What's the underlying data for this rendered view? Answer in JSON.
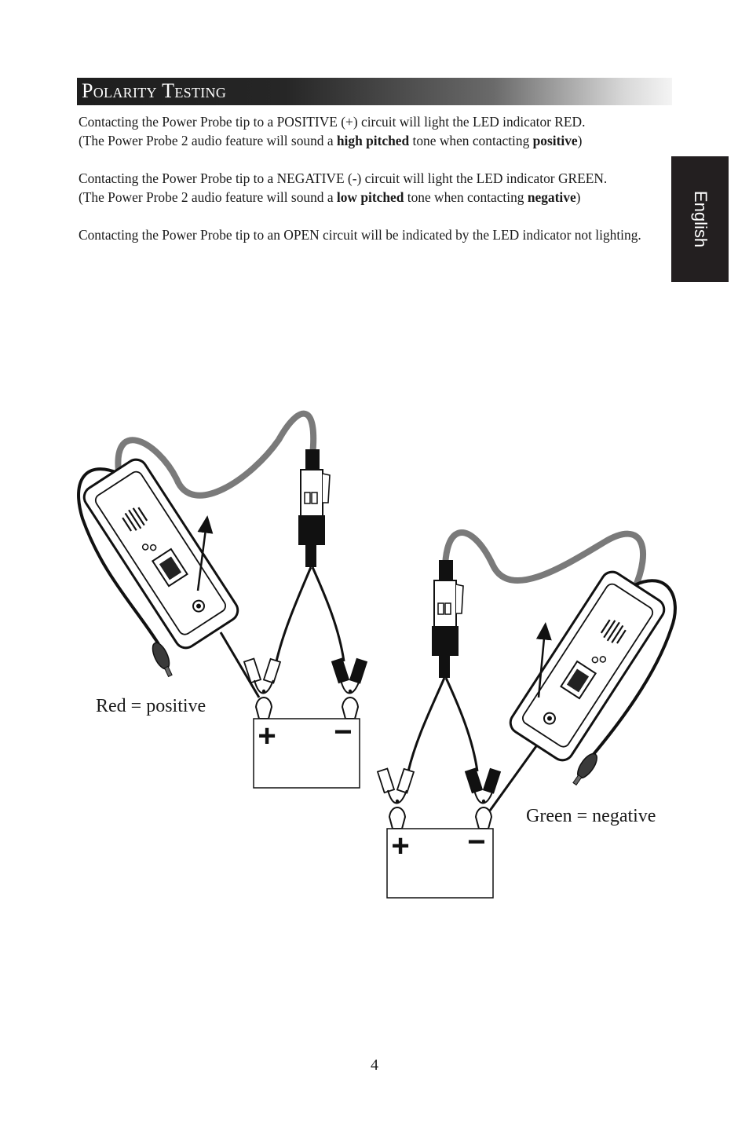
{
  "header": {
    "title": "Polarity Testing"
  },
  "side_tab": {
    "label": "English"
  },
  "paragraphs": {
    "p1_line1": "Contacting the Power Probe tip to a POSITIVE (+) circuit will light the LED indicator RED.",
    "p1_line2_a": "(The Power Probe 2 audio feature will sound a ",
    "p1_line2_b": "high pitched",
    "p1_line2_c": " tone when contacting ",
    "p1_line2_d": "positive",
    "p1_line2_e": ")",
    "p2_line1": "Contacting the Power Probe tip to a NEGATIVE (-) circuit will light the LED indicator GREEN.",
    "p2_line2_a": "(The Power Probe 2 audio feature will sound a ",
    "p2_line2_b": "low pitched",
    "p2_line2_c": " tone when contacting ",
    "p2_line2_d": "negative",
    "p2_line2_e": ")",
    "p3": "Contacting the Power Probe tip to an OPEN circuit will be indicated by the LED indicator not lighting."
  },
  "figure": {
    "caption_left": "Red = positive",
    "caption_right": "Green = negative",
    "plus_symbol": "+",
    "minus_symbol": "−"
  },
  "footer": {
    "page_number": "4"
  }
}
